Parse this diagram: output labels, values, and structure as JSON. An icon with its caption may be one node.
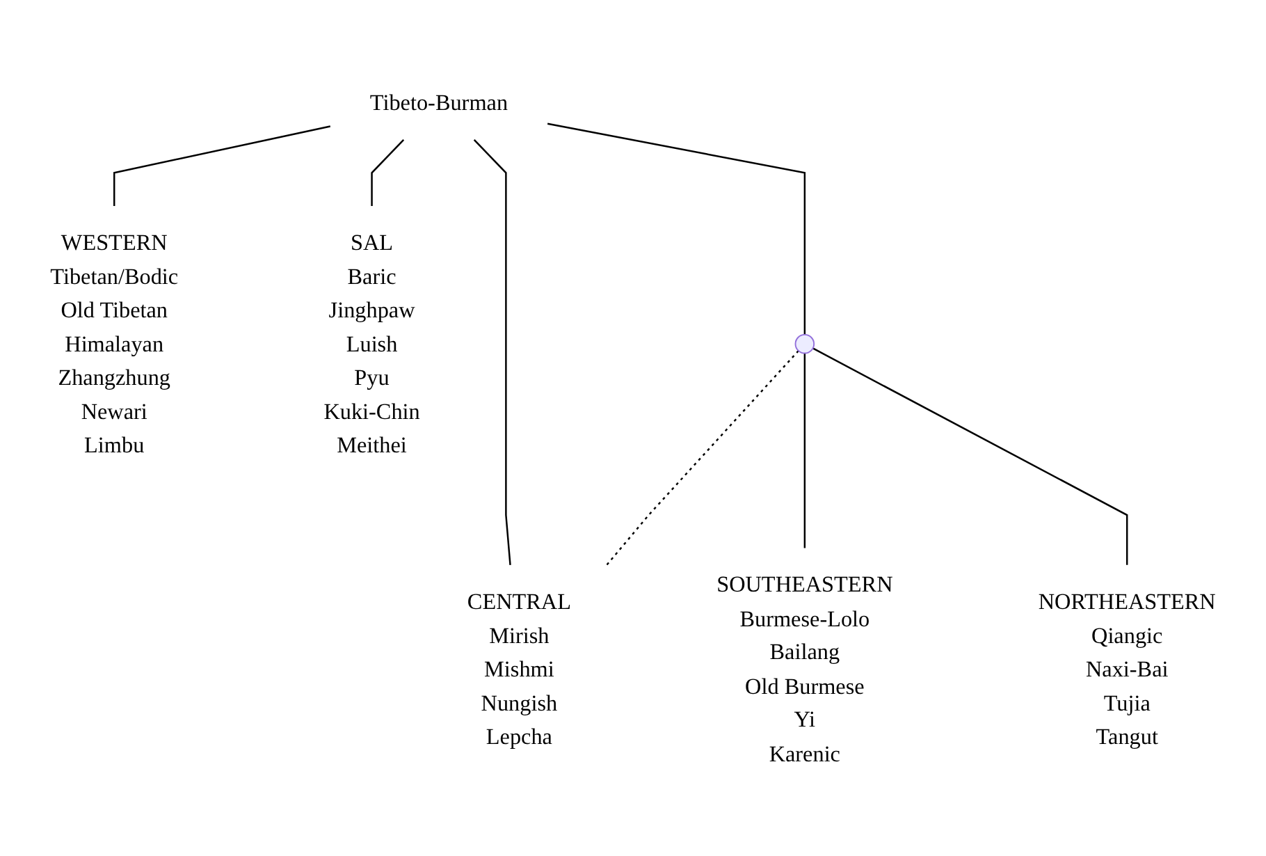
{
  "diagram": {
    "nodes": [
      {
        "text": [
          "Tibeto-Burman"
        ]
      },
      {
        "text": [
          "WESTERN",
          "Tibetan/Bodic",
          "Old Tibetan",
          "Himalayan",
          "Zhangzhung",
          "Newari",
          "Limbu"
        ]
      },
      {
        "text": [
          "SAL",
          "Baric",
          "Jinghpaw",
          "Luish",
          "Pyu",
          "Kuki-Chin",
          "Meithei"
        ]
      },
      {
        "text": [
          "CENTRAL",
          "Mirish",
          "Mishmi",
          "Nungish",
          "Lepcha"
        ]
      },
      {
        "text": [],
        "shape": "circle"
      },
      {
        "text": [
          "SOUTHEASTERN",
          "Burmese-Lolo",
          "Bailang",
          "Old Burmese",
          "Yi",
          "Karenic"
        ]
      },
      {
        "text": [
          "NORTHEASTERN",
          "Qiangic",
          "Naxi-Bai",
          "Tujia",
          "Tangut"
        ]
      }
    ],
    "edges": [
      {
        "from": 0,
        "to": 1,
        "arrow": "none"
      },
      {
        "from": 0,
        "to": 2,
        "arrow": "none"
      },
      {
        "from": 0,
        "to": 3,
        "arrow": "none"
      },
      {
        "from": 0,
        "to": 4,
        "arrow": "none"
      },
      {
        "from": 4,
        "to": 5,
        "arrow": "none"
      },
      {
        "from": 4,
        "to": 6,
        "arrow": "none"
      },
      {
        "from": 4,
        "to": 3,
        "arrow": "none",
        "style": "dashed"
      }
    ]
  }
}
